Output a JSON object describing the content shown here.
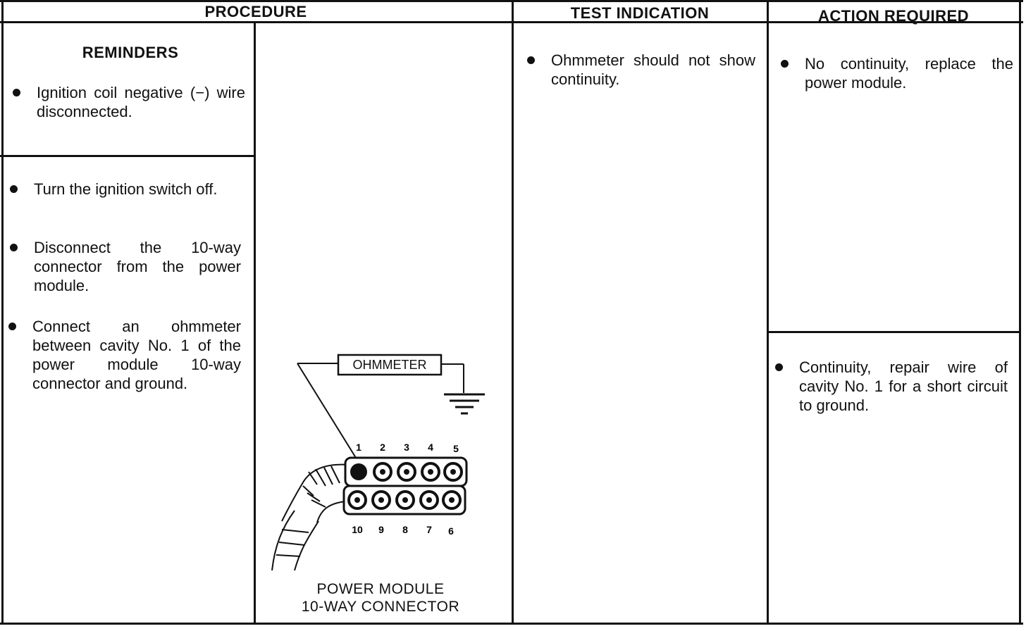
{
  "headers": {
    "procedure": "PROCEDURE",
    "test_indication": "TEST INDICATION",
    "action_required": "ACTION REQUIRED"
  },
  "reminders": {
    "title": "REMINDERS",
    "items": [
      "Ignition coil negative (−) wire disconnected."
    ]
  },
  "procedure_steps": [
    "Turn the ignition switch off.",
    "Disconnect the 10-way connector from the power module.",
    "Connect an ohmmeter between cavity No. 1 of the power module 10-way connector and ground."
  ],
  "diagram": {
    "meter_label": "OHMMETER",
    "top_cavities": [
      "1",
      "2",
      "3",
      "4",
      "5"
    ],
    "bottom_cavities": [
      "10",
      "9",
      "8",
      "7",
      "6"
    ],
    "caption_line1": "POWER MODULE",
    "caption_line2": "10-WAY CONNECTOR"
  },
  "test_indication": [
    "Ohmmeter should not show continuity."
  ],
  "actions": [
    "No continuity, replace the power module.",
    "Continuity, repair wire of cavity No. 1 for a short circuit to ground."
  ]
}
